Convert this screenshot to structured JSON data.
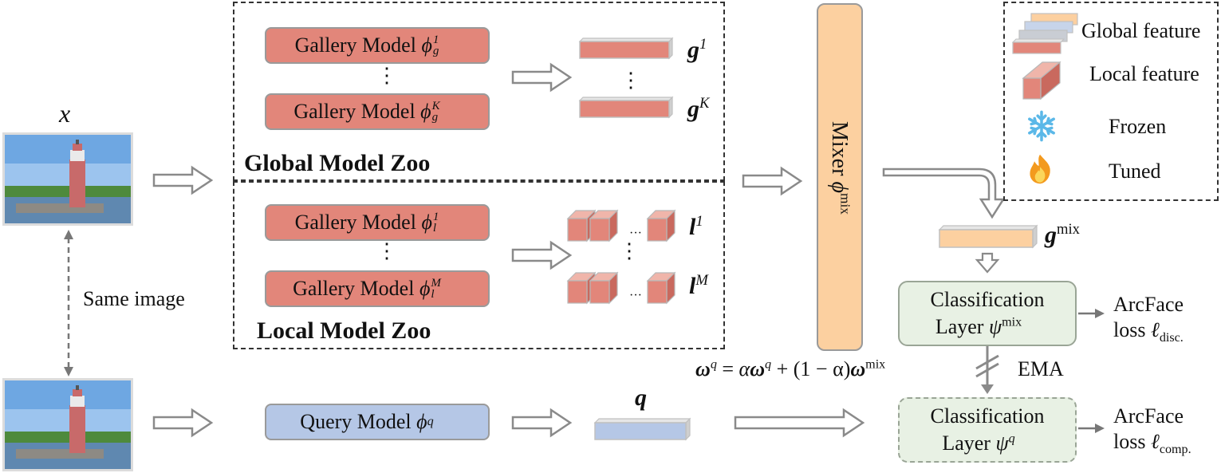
{
  "input_label": "x",
  "same_image_label": "Same image",
  "global_zoo": {
    "title": "Global Model Zoo",
    "models": [
      {
        "name": "Gallery Model",
        "symbol": "ϕ",
        "sub": "g",
        "sup": "1"
      },
      {
        "name": "Gallery Model",
        "symbol": "ϕ",
        "sub": "g",
        "sup": "K"
      }
    ],
    "features": [
      {
        "symbol": "g",
        "sup": "1"
      },
      {
        "symbol": "g",
        "sup": "K"
      }
    ]
  },
  "local_zoo": {
    "title": "Local Model Zoo",
    "models": [
      {
        "name": "Gallery Model",
        "symbol": "ϕ",
        "sub": "l",
        "sup": "1"
      },
      {
        "name": "Gallery Model",
        "symbol": "ϕ",
        "sub": "l",
        "sup": "M"
      }
    ],
    "features": [
      {
        "symbol": "l",
        "sup": "1"
      },
      {
        "symbol": "l",
        "sup": "M"
      }
    ]
  },
  "vdots": "⋮",
  "hdots": "···",
  "mixer": {
    "label": "Mixer",
    "symbol": "ϕ",
    "sup": "mix"
  },
  "g_mix": {
    "symbol": "g",
    "sup": "mix"
  },
  "query": {
    "name": "Query Model",
    "symbol": "ϕ",
    "sub": "q",
    "feature": "q"
  },
  "cls_mix": {
    "line1": "Classification",
    "line2": "Layer",
    "symbol": "ψ",
    "sup": "mix"
  },
  "cls_q": {
    "line1": "Classification",
    "line2": "Layer",
    "symbol": "ψ",
    "sup": "q"
  },
  "arcface_disc": {
    "line1": "ArcFace",
    "line2": "loss",
    "symbol": "ℓ",
    "sub": "disc."
  },
  "arcface_comp": {
    "line1": "ArcFace",
    "line2": "loss",
    "symbol": "ℓ",
    "sub": "comp."
  },
  "ema_label": "EMA",
  "ema_equation": {
    "w": "ω",
    "q": "q",
    "eq": "=",
    "alpha": "α",
    "plus": "+",
    "paren": "(1 − α)",
    "mix": "mix"
  },
  "legend": {
    "items": [
      {
        "label": "Global feature",
        "icon": "global-feature-stack-icon"
      },
      {
        "label": "Local feature",
        "icon": "local-feature-bar-icon"
      },
      {
        "label": "Frozen",
        "icon": "snowflake-icon"
      },
      {
        "label": "Tuned",
        "icon": "flame-icon"
      }
    ]
  },
  "colors": {
    "gallery": "#e2867a",
    "query": "#b5c7e6",
    "mixer": "#fcd0a0",
    "classification": "#e8f1e4",
    "frozen": "#5bb8e8",
    "tuned": "#f39a1e"
  }
}
